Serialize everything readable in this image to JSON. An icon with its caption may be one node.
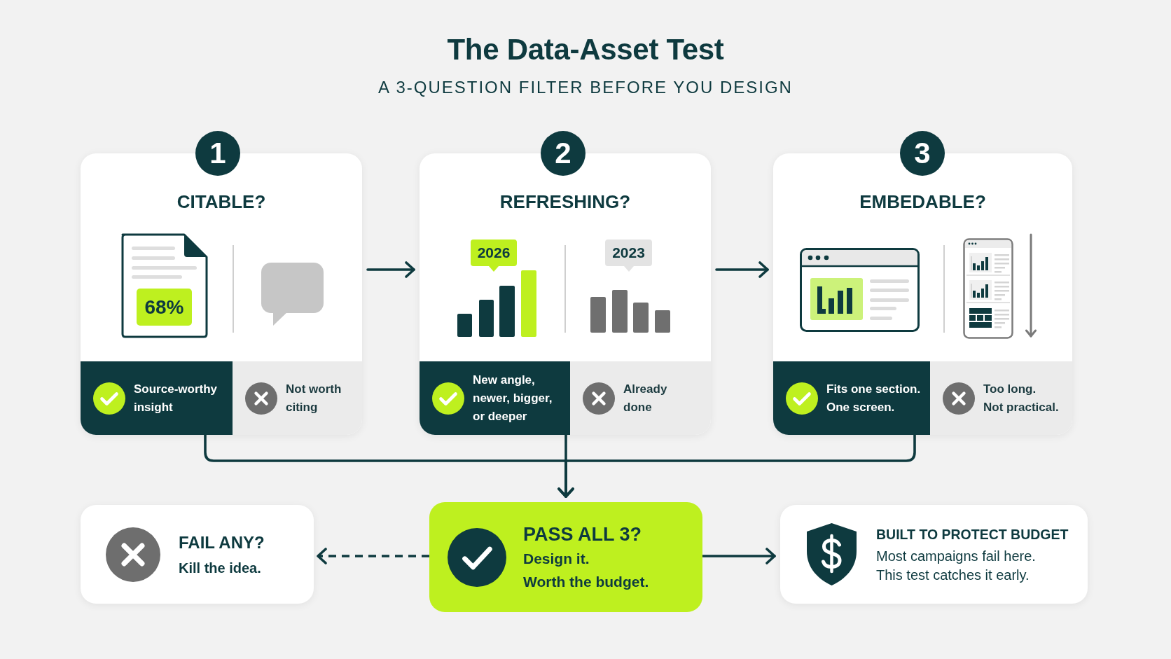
{
  "diagram": {
    "title": "The Data-Asset Test",
    "nodes": [
      {
        "text": [
          "1"
        ]
      },
      {
        "text": [
          "CITABLE?"
        ]
      },
      {
        "text": [
          "68%"
        ],
        "in": 1
      },
      {
        "text": [
          "Source-worthy insight"
        ],
        "in": 1
      },
      {
        "text": [
          "Not worth citing"
        ],
        "in": 1
      },
      {
        "text": [
          "2"
        ]
      },
      {
        "text": [
          "REFRESHING?"
        ]
      },
      {
        "text": [
          "2026"
        ],
        "in": 6
      },
      {
        "text": [
          "2023"
        ],
        "in": 6
      },
      {
        "text": [
          "New angle, newer, bigger, or deeper"
        ],
        "in": 6
      },
      {
        "text": [
          "Already done"
        ],
        "in": 6
      },
      {
        "text": [
          "3"
        ]
      },
      {
        "text": [
          "EMBEDABLE?"
        ]
      },
      {
        "text": [
          "Fits one section.",
          "One screen."
        ],
        "in": 12
      },
      {
        "text": [
          "Too long.",
          "Not practical."
        ],
        "in": 12
      },
      {
        "text": [
          "FAIL ANY?",
          "Kill the idea."
        ]
      },
      {
        "text": [
          "PASS ALL 3?",
          "Design it.",
          "Worth the budget."
        ]
      },
      {
        "text": [
          "BUILT TO PROTECT BUDGET",
          "Most campaigns fail here.",
          "This test catches it early."
        ]
      }
    ],
    "edges": [
      {
        "from": 1,
        "to": 6,
        "arrow": "to"
      },
      {
        "from": 6,
        "to": 12,
        "arrow": "to"
      },
      {
        "from": 3,
        "to": 16,
        "arrow": "to"
      },
      {
        "from": 9,
        "to": 16,
        "arrow": "to"
      },
      {
        "from": 13,
        "to": 16,
        "arrow": "to"
      },
      {
        "from": 16,
        "to": 15,
        "arrow": "to",
        "style": "dashed"
      },
      {
        "from": 16,
        "to": 17,
        "arrow": "to"
      }
    ],
    "labels": [
      "A 3-QUESTION FILTER BEFORE YOU DESIGN"
    ]
  }
}
